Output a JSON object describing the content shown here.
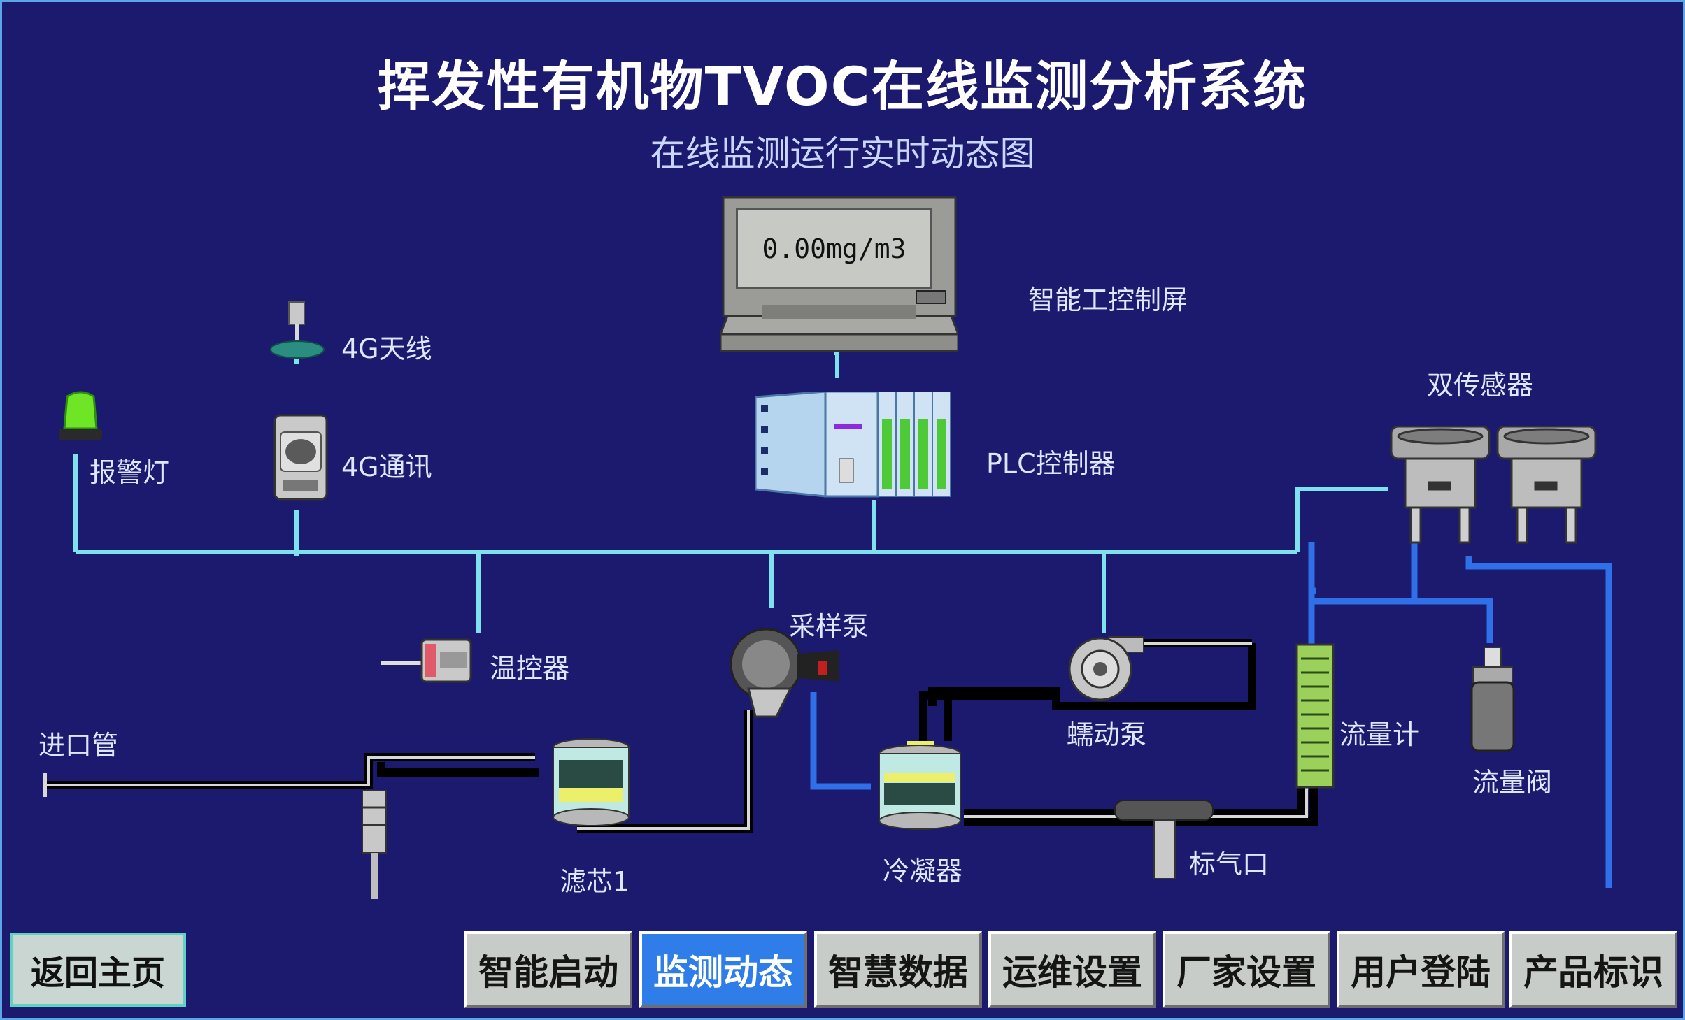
{
  "header": {
    "title": "挥发性有机物TVOC在线监测分析系统",
    "subtitle": "在线监测运行实时动态图"
  },
  "monitor": {
    "reading": "0.00mg/m3",
    "label": "智能工控制屏"
  },
  "devices": {
    "antenna": "4G天线",
    "comm": "4G通讯",
    "alarm": "报警灯",
    "plc": "PLC控制器",
    "dual_sensor": "双传感器",
    "temp_ctrl": "温控器",
    "sample_pump": "采样泵",
    "peristaltic_pump": "蠕动泵",
    "inlet": "进口管",
    "filter": "滤芯1",
    "condenser": "冷凝器",
    "std_gas": "标气口",
    "flowmeter": "流量计",
    "flow_valve": "流量阀"
  },
  "nav": {
    "home": "返回主页",
    "buttons": [
      "智能启动",
      "监测动态",
      "智慧数据",
      "运维设置",
      "厂家设置",
      "用户登陆",
      "产品标识"
    ],
    "active_index": 1
  },
  "colors": {
    "background": "#1b1a6e",
    "bus_line": "#7fe0ee",
    "gas_pipe": "#2f6fe8",
    "active_button": "#2f7de8"
  }
}
